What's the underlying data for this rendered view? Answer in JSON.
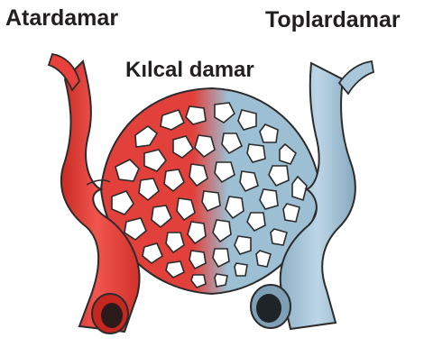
{
  "labels": {
    "artery": "Atardamar",
    "vein": "Toplardamar",
    "capillary": "Kılcal damar"
  },
  "colors": {
    "artery": "#e8413b",
    "artery_dark": "#b5201c",
    "vein": "#a9c7da",
    "vein_dark": "#6e8ea5",
    "outline": "#2b2b2b"
  }
}
